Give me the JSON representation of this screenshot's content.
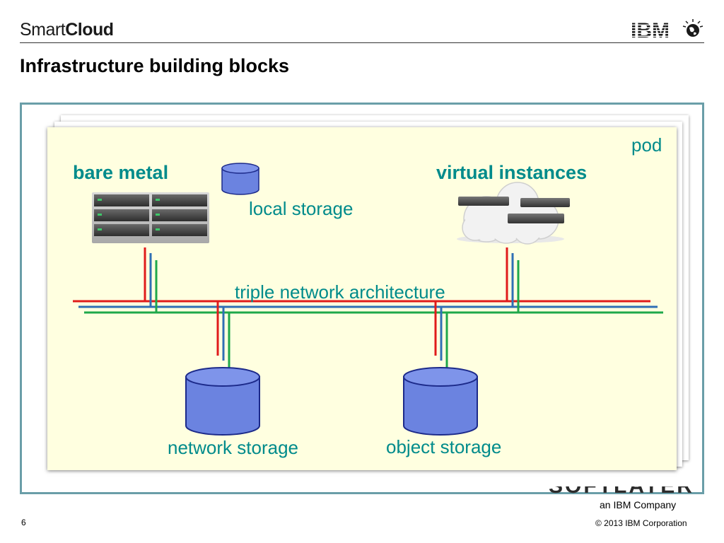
{
  "header": {
    "brand_light": "Smart",
    "brand_bold": "Cloud",
    "ibm_logo_text": "IBM"
  },
  "slide": {
    "title": "Infrastructure building blocks",
    "page_number": "6",
    "copyright": "© 2013 IBM Corporation"
  },
  "diagram": {
    "pod_label": "pod",
    "bare_metal_label": "bare metal",
    "virtual_instances_label": "virtual instances",
    "local_storage_label": "local storage",
    "network_label": "triple network architecture",
    "network_storage_label": "network storage",
    "object_storage_label": "object storage",
    "network_colors": {
      "red": "#e01b1b",
      "blue": "#2f6fb5",
      "green": "#1fa84a"
    },
    "storage_color": "#6b83e0",
    "teal_label_color": "#008b8b"
  },
  "footer": {
    "softlayer_text": "SOFTLAYER",
    "company_text": "an IBM Company"
  }
}
